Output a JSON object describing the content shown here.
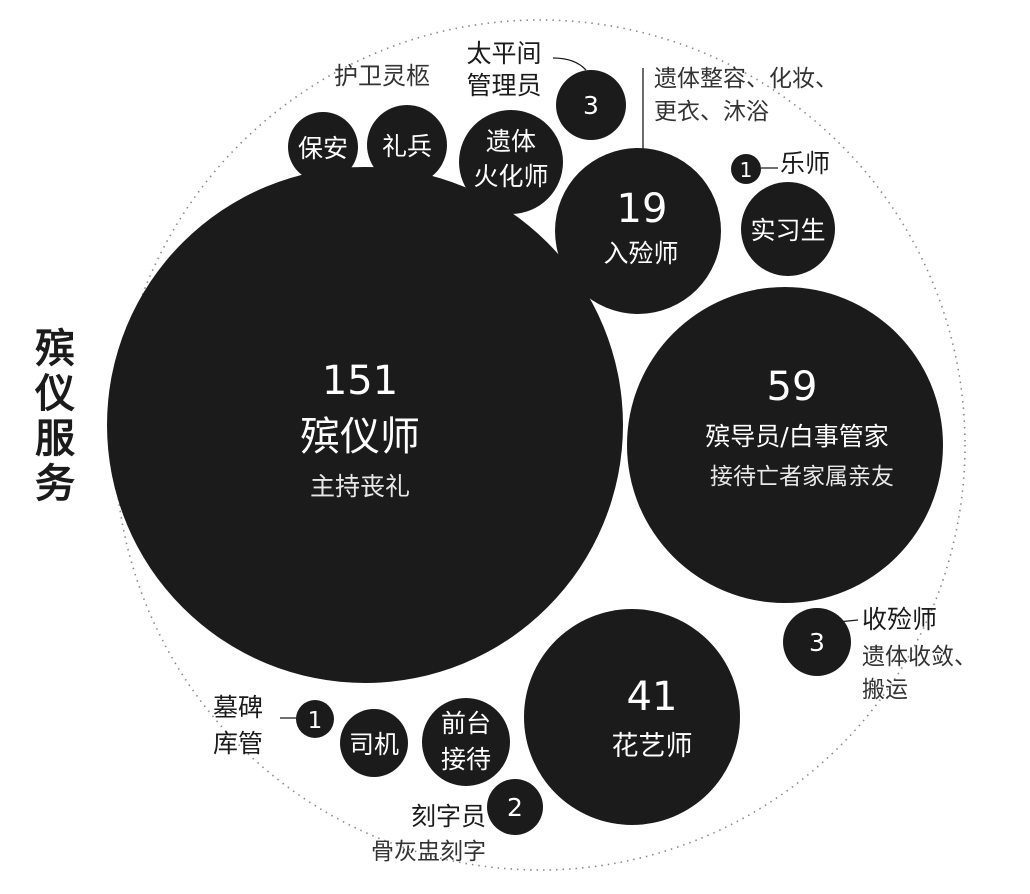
{
  "colors": {
    "bubble": "#1b1b1b",
    "bubble_text": "#ffffff",
    "label_text": "#1b1b1b",
    "outline": "#7a7a7a",
    "background": "#ffffff"
  },
  "title_chars": [
    "殡",
    "仪",
    "服",
    "务"
  ],
  "bubbles": {
    "funeral_director": {
      "count": "151",
      "role": "殡仪师",
      "desc": "主持丧礼"
    },
    "guide": {
      "count": "59",
      "role": "殡导员/白事管家",
      "desc": "接待亡者家属亲友"
    },
    "florist": {
      "count": "41",
      "role": "花艺师"
    },
    "mortician": {
      "count": "19",
      "role": "入殓师"
    },
    "security": {
      "role": "保安"
    },
    "honor_guard": {
      "role": "礼兵"
    },
    "cremation": {
      "role_line1": "遗体",
      "role_line2": "火化师"
    },
    "morgue": {
      "count": "3"
    },
    "musician": {
      "count": "1"
    },
    "intern": {
      "role": "实习生"
    },
    "collector": {
      "count": "3"
    },
    "front_desk": {
      "role_line1": "前台",
      "role_line2": "接待"
    },
    "driver": {
      "role": "司机"
    },
    "tomb": {
      "count": "1"
    },
    "engraver": {
      "count": "2"
    }
  },
  "callouts": {
    "honor_note": "护卫灵柩",
    "morgue_line1": "太平间",
    "morgue_line2": "管理员",
    "mortician_note_line1": "遗体整容、化妆、",
    "mortician_note_line2": "更衣、沐浴",
    "musician": "乐师",
    "collector_title": "收殓师",
    "collector_desc_line1": "遗体收敛、",
    "collector_desc_line2": "搬运",
    "tomb_line1": "墓碑",
    "tomb_line2": "库管",
    "engraver_title": "刻字员",
    "engraver_desc": "骨灰盅刻字"
  }
}
